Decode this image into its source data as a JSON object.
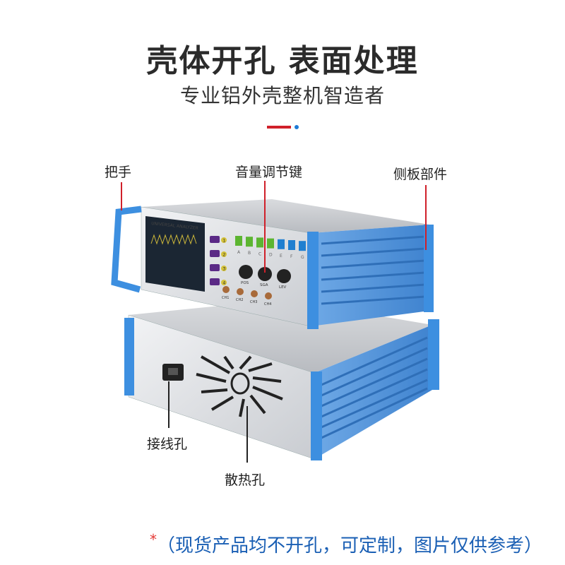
{
  "header": {
    "title": "壳体开孔 表面处理",
    "subtitle": "专业铝外壳整机智造者"
  },
  "callouts": {
    "handle": "把手",
    "volume_knob": "音量调节键",
    "side_panel": "侧板部件",
    "power_socket": "接线孔",
    "vent": "散热孔"
  },
  "device": {
    "brand_text": "UNIVERSAL ANALYZER",
    "knobs": [
      "POS",
      "SGA",
      "LEV"
    ],
    "channels": [
      "CH1",
      "CH2",
      "CH3",
      "CH4"
    ],
    "numbers": [
      "1",
      "2",
      "3",
      "4"
    ],
    "letters": [
      "A",
      "B",
      "C",
      "D",
      "E",
      "F",
      "G"
    ]
  },
  "footnote": {
    "star": "*",
    "text": "（现货产品均不开孔，可定制，图片仅供参考）"
  },
  "colors": {
    "accent_red": "#d0202a",
    "accent_blue": "#1e7bd6",
    "frame_blue": "#3d8fe0",
    "note_blue": "#1a5fb4"
  }
}
